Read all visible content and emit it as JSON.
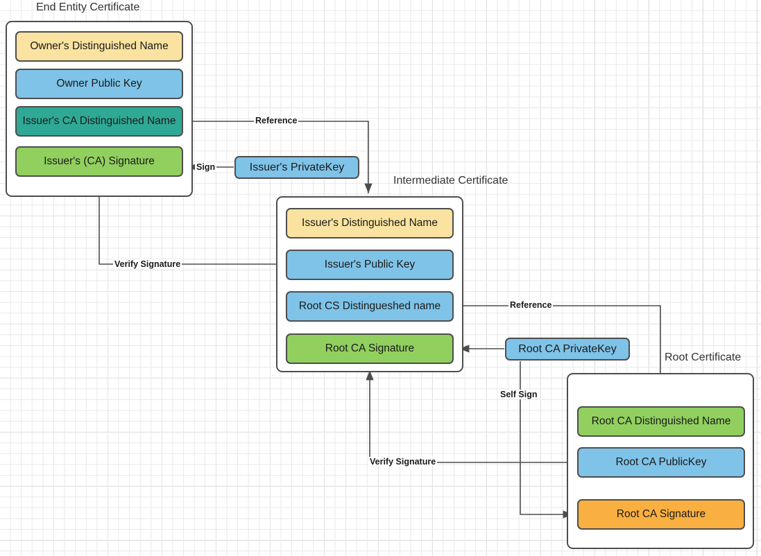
{
  "diagram": {
    "title_hidden": "X.509 Certificate Chain of Trust",
    "colors": {
      "yellow": "#fae3a0",
      "blue": "#7fc3e8",
      "teal": "#2fa996",
      "green": "#91d05f",
      "orange": "#fab040",
      "stroke": "#4d4d4d",
      "text": "#1a1a1a",
      "grid_minor": "#e8e8e8",
      "grid_major": "#d2d2d2"
    },
    "certificates": [
      {
        "id": "end-entity",
        "title": "End Entity Certificate",
        "fields": [
          {
            "label": "Owner's Distinguished Name",
            "color": "yellow"
          },
          {
            "label": "Owner Public  Key",
            "color": "blue"
          },
          {
            "label": "Issuer's CA Distinguished Name",
            "color": "teal"
          },
          {
            "label": "Issuer's (CA) Signature",
            "color": "green"
          }
        ]
      },
      {
        "id": "intermediate",
        "title": "Intermediate Certificate",
        "fields": [
          {
            "label": "Issuer's Distinguished Name",
            "color": "yellow"
          },
          {
            "label": "Issuer's Public  Key",
            "color": "blue"
          },
          {
            "label": "Root CS Distingueshed name",
            "color": "blue"
          },
          {
            "label": "Root CA Signature",
            "color": "green"
          }
        ]
      },
      {
        "id": "root",
        "title": "Root Certificate",
        "fields": [
          {
            "label": "Root CA Distinguished Name",
            "color": "green"
          },
          {
            "label": "Root CA PublicKey",
            "color": "blue"
          },
          {
            "label": "Root CA Signature",
            "color": "orange"
          }
        ]
      }
    ],
    "keys": [
      {
        "id": "issuer-private-key",
        "label": "Issuer's PrivateKey",
        "color": "blue"
      },
      {
        "id": "root-ca-private-key",
        "label": "Root CA PrivateKey",
        "color": "blue"
      }
    ],
    "edges": [
      {
        "id": "reference-top",
        "label": "Reference"
      },
      {
        "id": "sign-end-entity",
        "label": "Sign"
      },
      {
        "id": "verify-signature-top",
        "label": "Verify Signature"
      },
      {
        "id": "reference-bottom",
        "label": "Reference"
      },
      {
        "id": "self-sign",
        "label": "Self Sign"
      },
      {
        "id": "verify-signature-bottom",
        "label": "Verify Signature"
      }
    ]
  }
}
